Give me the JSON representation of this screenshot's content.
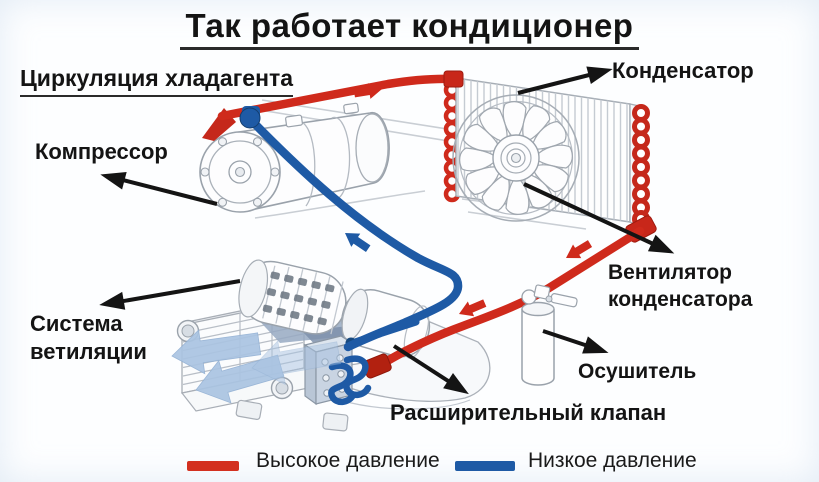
{
  "title": "Так работает кондиционер",
  "diagram": {
    "heading_circulation": "Циркуляция хладагента",
    "label_compressor": "Компрессор",
    "label_condenser": "Конденсатор",
    "label_condenser_fan": [
      "Вентилятор",
      "конденсатора"
    ],
    "label_dryer": "Осушитель",
    "label_expansion_valve": "Расширительный клапан",
    "label_ventilation": [
      "Система",
      "ветиляции"
    ]
  },
  "legend": {
    "high_pressure": {
      "label": "Высокое давление",
      "color": "#d3301f"
    },
    "low_pressure": {
      "label": "Низкое давление",
      "color": "#1e5aa5"
    }
  },
  "colors": {
    "pipe_high": "#cf2a1c",
    "pipe_high_dark": "#b22110",
    "pipe_low": "#1e5aa5",
    "airflow": "#aac4e2",
    "lineart": "#9aa2ab",
    "text": "#141414"
  }
}
